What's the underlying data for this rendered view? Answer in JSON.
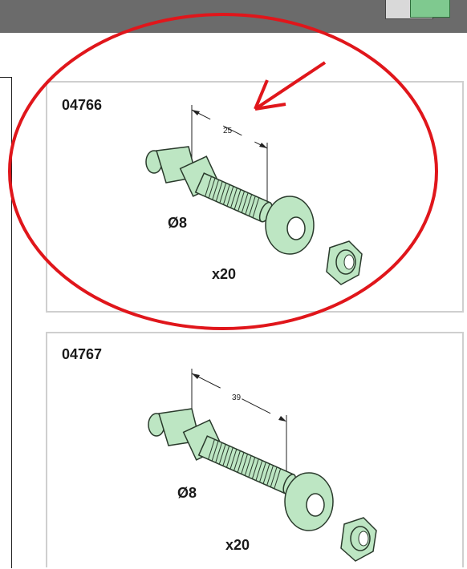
{
  "header": {
    "colors": {
      "bar": "#6b6b6b",
      "accent_green": "#7fc98f"
    }
  },
  "parts": [
    {
      "code": "04766",
      "length": "25",
      "diameter": "Ø8",
      "quantity": "x20"
    },
    {
      "code": "04767",
      "length": "39",
      "diameter": "Ø8",
      "quantity": "x20"
    }
  ],
  "annotation": {
    "shape": "ellipse",
    "arrow": true,
    "color": "#e0161b"
  },
  "colors": {
    "part_fill": "#bde6c3",
    "part_stroke": "#2a3a2c"
  }
}
